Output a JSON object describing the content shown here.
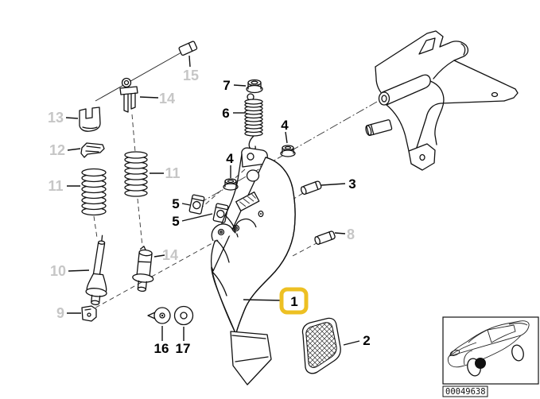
{
  "diagram": {
    "labels": {
      "l15": "15",
      "l14_top": "14",
      "l13": "13",
      "l12": "12",
      "l11_left": "11",
      "l11_right": "11",
      "l10": "10",
      "l9": "9",
      "l14_bottom": "14",
      "l8": "8",
      "l7": "7",
      "l6": "6",
      "l4_right": "4",
      "l4_left": "4",
      "l5_upper": "5",
      "l5_lower": "5",
      "l3": "3",
      "l2": "2",
      "l16": "16",
      "l17": "17",
      "l1": "1"
    },
    "highlight_color": "#EDC023",
    "muted_label_color": "#c6c6c6",
    "line_color": "#111111",
    "inset": {
      "code": "00049638"
    }
  }
}
